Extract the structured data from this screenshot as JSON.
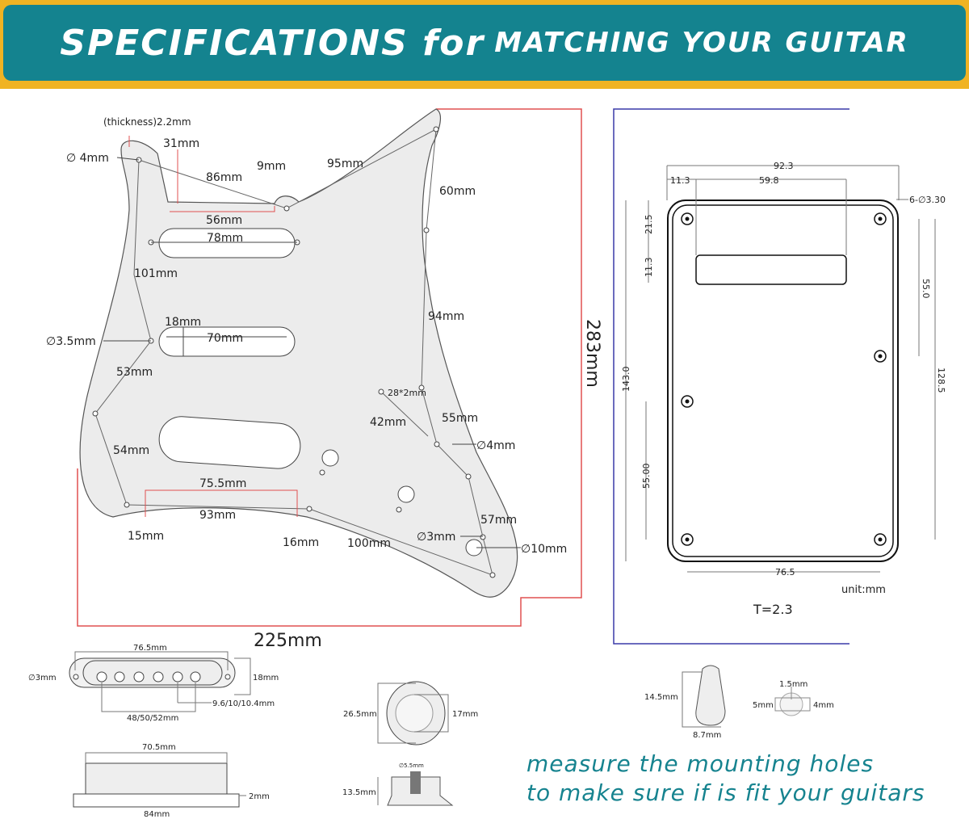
{
  "header": {
    "title_main": "SPECIFICATIONS for",
    "title_sub": "MATCHING YOUR GUITAR"
  },
  "colors": {
    "banner_bg": "#14838f",
    "banner_border": "#f0b323",
    "note_text": "#16838f",
    "dim_red": "#e05050",
    "dim_blue": "#3a3aa8"
  },
  "pickguard": {
    "thickness": "(thickness)2.2mm",
    "d4_top": "∅ 4mm",
    "w31": "31mm",
    "w9": "9mm",
    "w86": "86mm",
    "w95": "95mm",
    "w56": "56mm",
    "w60": "60mm",
    "w78": "78mm",
    "w101": "101mm",
    "w18": "18mm",
    "w70": "70mm",
    "d35": "∅3.5mm",
    "w94": "94mm",
    "w53": "53mm",
    "slot": "28*2mm",
    "w42": "42mm",
    "w55": "55mm",
    "d4_right": "∅4mm",
    "w54": "54mm",
    "w755": "75.5mm",
    "w93": "93mm",
    "w57": "57mm",
    "d3": "∅3mm",
    "d10": "∅10mm",
    "w15": "15mm",
    "w16": "16mm",
    "w100": "100mm",
    "height": "283mm",
    "width": "225mm"
  },
  "backplate": {
    "w923": "92.3",
    "w113": "11.3",
    "w598": "59.8",
    "holes": "6-∅3.30",
    "h215": "21.5",
    "h113": "11.3",
    "h550r": "55.0",
    "h1430": "143.0",
    "h1285": "128.5",
    "h5500": "55.00",
    "w765": "76.5",
    "unit": "unit:mm",
    "thickness": "T=2.3"
  },
  "pickup": {
    "w765": "76.5mm",
    "d3": "∅3mm",
    "h18": "18mm",
    "pole": "9.6/10/10.4mm",
    "spacing": "48/50/52mm",
    "w705": "70.5mm",
    "w84": "84mm",
    "h2": "2mm"
  },
  "knob": {
    "d265": "26.5mm",
    "d17": "17mm",
    "shaft": "∅5.5mm",
    "h135": "13.5mm"
  },
  "switch_tip": {
    "h145": "14.5mm",
    "w87": "8.7mm",
    "w15": "1.5mm",
    "w5": "5mm",
    "w4": "4mm"
  },
  "note": {
    "line1": "measure the mounting holes",
    "line2": "to make sure if is fit your guitars"
  }
}
